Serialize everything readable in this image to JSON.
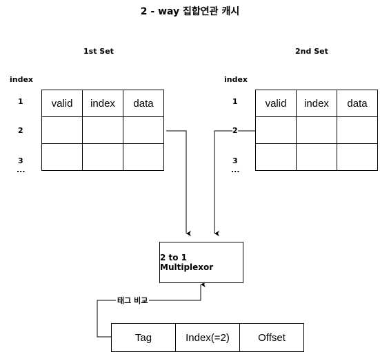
{
  "title": "2 - way 집합연관 캐시",
  "sets": [
    {
      "name": "1st Set",
      "index_header": "index",
      "columns": [
        "valid",
        "index",
        "data"
      ],
      "row_labels": [
        "1",
        "2",
        "3",
        "..."
      ]
    },
    {
      "name": "2nd Set",
      "index_header": "index",
      "columns": [
        "valid",
        "index",
        "data"
      ],
      "row_labels": [
        "1",
        "2",
        "3",
        "..."
      ]
    }
  ],
  "multiplexor": {
    "label": "2 to 1 Multiplexor"
  },
  "address": {
    "fields": [
      "Tag",
      "Index(=2)",
      "Offset"
    ]
  },
  "compare_label": "태그 비교"
}
